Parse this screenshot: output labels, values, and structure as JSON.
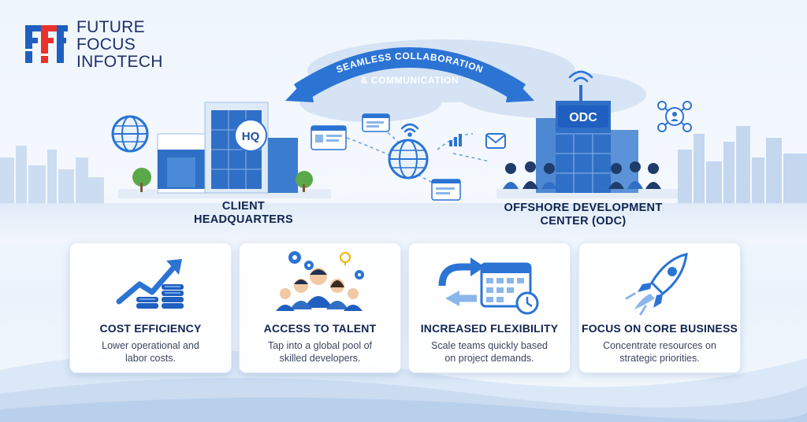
{
  "brand": {
    "name_lines": [
      "FUTURE",
      "FOCUS",
      "INFOTECH"
    ],
    "colors": {
      "primary": "#1f5fbf",
      "accent": "#e8322b",
      "navy": "#0f2450"
    }
  },
  "banner": {
    "text_line1": "SEAMLESS COLLABORATION",
    "text_line2": "& COMMUNICATION"
  },
  "hq": {
    "sign": "HQ",
    "label_line1": "CLIENT",
    "label_line2": "HEADQUARTERS"
  },
  "odc": {
    "sign": "ODC",
    "label_line1": "OFFSHORE DEVELOPMENT",
    "label_line2": "CENTER (ODC)"
  },
  "cards": [
    {
      "title": "COST EFFICIENCY",
      "desc_line1": "Lower operational and",
      "desc_line2": "labor costs.",
      "icon": "growth-chart-coins-icon"
    },
    {
      "title": "ACCESS TO TALENT",
      "desc_line1": "Tap into a global pool of",
      "desc_line2": "skilled developers.",
      "icon": "team-talent-icon"
    },
    {
      "title": "INCREASED FLEXIBILITY",
      "desc_line1": "Scale teams quickly based",
      "desc_line2": "on project demands.",
      "icon": "calendar-arrows-icon"
    },
    {
      "title": "FOCUS ON CORE BUSINESS",
      "desc_line1": "Concentrate resources on",
      "desc_line2": "strategic priorities.",
      "icon": "rocket-icon"
    }
  ]
}
